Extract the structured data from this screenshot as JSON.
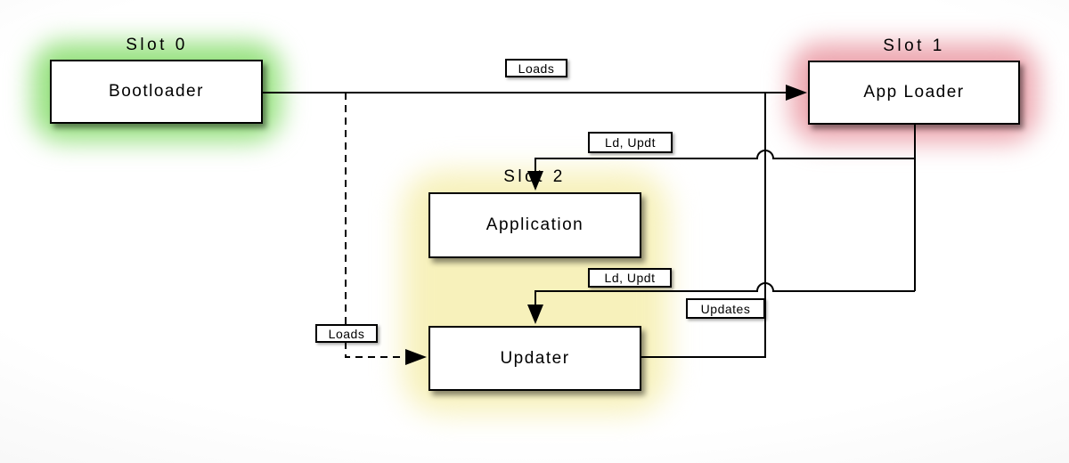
{
  "colors": {
    "line": "#000000",
    "box_background": "#ffffff",
    "slot0_glow": "#98e281",
    "slot1_glow": "#eda7b0",
    "slot2_glow": "#f7f1bb"
  },
  "slots": {
    "slot0": {
      "title": "Slot 0"
    },
    "slot1": {
      "title": "Slot 1"
    },
    "slot2": {
      "title": "Slot 2"
    }
  },
  "nodes": {
    "bootloader": {
      "label": "Bootloader",
      "slot": "Slot 0"
    },
    "app_loader": {
      "label": "App Loader",
      "slot": "Slot 1"
    },
    "application": {
      "label": "Application",
      "slot": "Slot 2"
    },
    "updater": {
      "label": "Updater",
      "slot": "Slot 2"
    }
  },
  "edges": {
    "loads_top": {
      "label": "Loads",
      "from": "Bootloader",
      "to": "App Loader",
      "style": "solid"
    },
    "ld_updt_application": {
      "label": "Ld, Updt",
      "from": "App Loader",
      "to": "Application",
      "style": "solid"
    },
    "ld_updt_updater": {
      "label": "Ld, Updt",
      "from": "App Loader",
      "to": "Updater",
      "style": "solid"
    },
    "updates": {
      "label": "Updates",
      "from": "Updater",
      "to": "App Loader",
      "style": "solid"
    },
    "loads_dashed": {
      "label": "Loads",
      "from": "Bootloader",
      "to": "Updater",
      "style": "dashed"
    }
  }
}
